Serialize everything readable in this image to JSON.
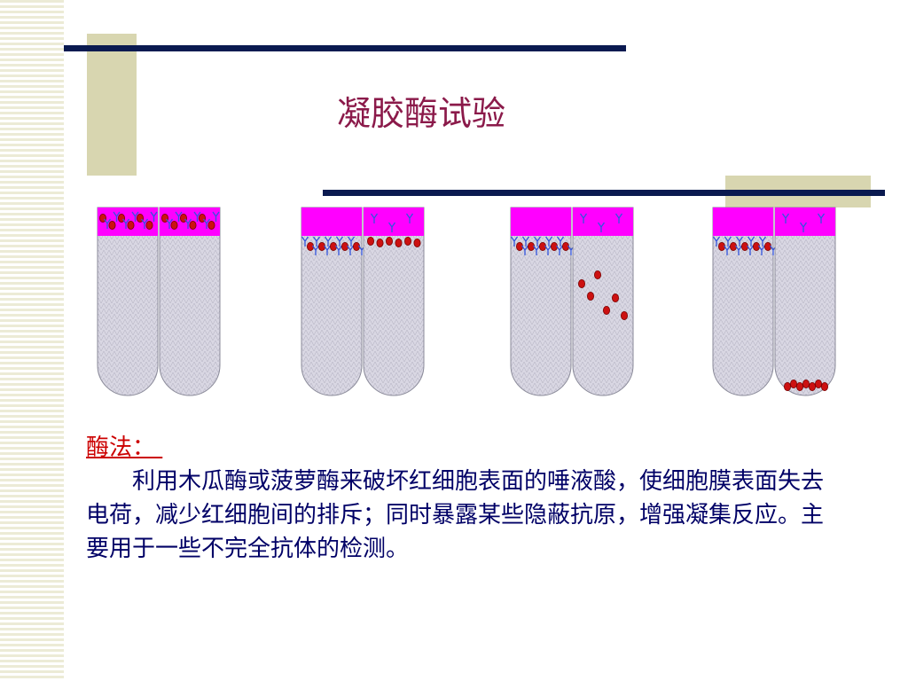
{
  "slide": {
    "title": "凝胶酶试验",
    "method_label": "酶法： ",
    "method_text": "利用木瓜酶或菠萝酶来破坏红细胞表面的唾液酸，使细胞膜表面失去电荷，减少红细胞间的排斥；同时暴露某些隐蔽抗原，增强凝集反应。主要用于一些不完全抗体的检测。"
  },
  "colors": {
    "title": "#8b1a4a",
    "rule": "#0a1a50",
    "accent_block": "#d8d6b0",
    "reagent_band": "#ff00ff",
    "red_cell": "#cc1111",
    "antibody": "#3355dd",
    "gel": "#d9d7e3",
    "body_text": "#000066",
    "label_text": "#cc0000"
  }
}
